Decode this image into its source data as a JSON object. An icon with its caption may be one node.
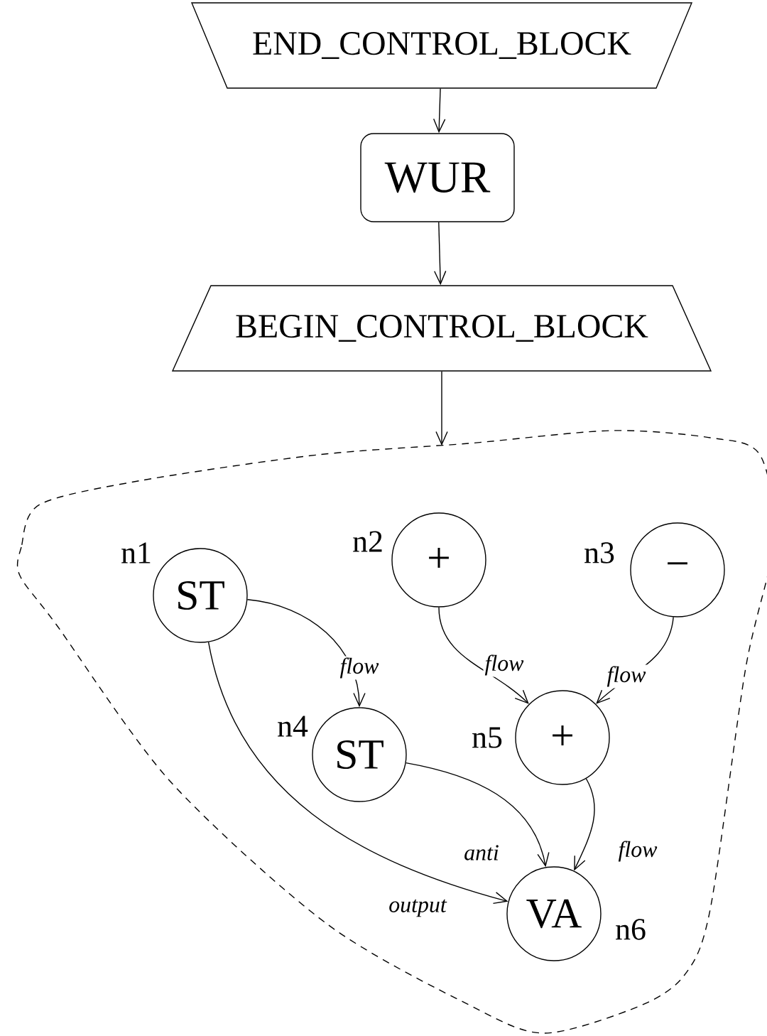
{
  "diagram": {
    "nodes": [
      {
        "text": [
          "END_CONTROL_BLOCK"
        ]
      },
      {
        "text": [
          "WUR"
        ]
      },
      {
        "text": [
          "BEGIN_CONTROL_BLOCK"
        ]
      },
      {
        "text": [],
        "shape": "cloud"
      },
      {
        "text": [
          "ST"
        ],
        "beside": [
          "n1"
        ],
        "in": 3
      },
      {
        "text": [
          "+"
        ],
        "beside": [
          "n2"
        ],
        "in": 3
      },
      {
        "text": [
          "−"
        ],
        "beside": [
          "n3"
        ],
        "in": 3
      },
      {
        "text": [
          "ST"
        ],
        "beside": [
          "n4"
        ],
        "in": 3
      },
      {
        "text": [
          "+"
        ],
        "beside": [
          "n5"
        ],
        "in": 3
      },
      {
        "text": [
          "VA"
        ],
        "beside": [
          "n6"
        ],
        "in": 3
      }
    ],
    "edges": [
      {
        "from": 0,
        "to": 1,
        "arrow": "to"
      },
      {
        "from": 1,
        "to": 2,
        "arrow": "to"
      },
      {
        "from": 2,
        "to": 3,
        "arrow": "to"
      },
      {
        "from": 4,
        "to": 7,
        "arrow": "to",
        "label": "flow"
      },
      {
        "from": 5,
        "to": 8,
        "arrow": "to",
        "label": "flow"
      },
      {
        "from": 6,
        "to": 8,
        "arrow": "to",
        "label": "flow"
      },
      {
        "from": 7,
        "to": 9,
        "arrow": "to",
        "label": "anti"
      },
      {
        "from": 8,
        "to": 9,
        "arrow": "to",
        "label": "flow"
      },
      {
        "from": 4,
        "to": 9,
        "arrow": "to",
        "label": "output"
      }
    ]
  }
}
